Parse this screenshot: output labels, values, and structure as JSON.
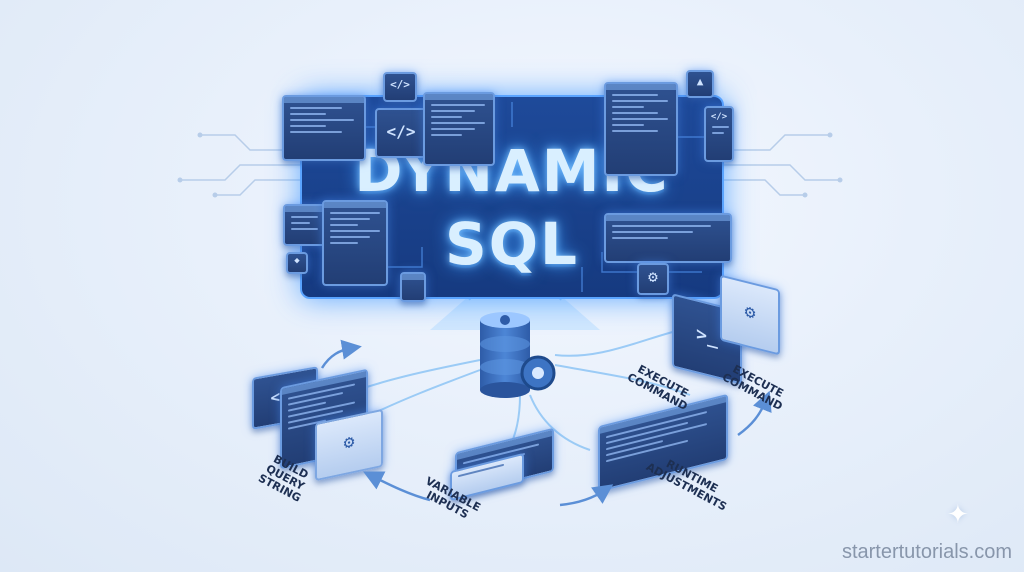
{
  "title": {
    "line1": "DYNAMIC",
    "line2": "SQL"
  },
  "steps": {
    "build": {
      "line1": "BUILD",
      "line2": "QUERY STRING"
    },
    "variable": {
      "line1": "VARIABLE",
      "line2": "INPUTS"
    },
    "runtime": {
      "line1": "RUNTIME",
      "line2": "ADJUSTMENTS"
    },
    "execute_a": {
      "line1": "EXECUTE",
      "line2": "COMMAND"
    },
    "execute_b": {
      "line1": "EXECUTE",
      "line2": "COMMAND"
    }
  },
  "icons": {
    "code": "</>",
    "prompt": ">_",
    "play": "▲",
    "gear": "⚙",
    "sparkle": "✦",
    "diamond": "◆"
  },
  "watermark": "startertutorials.com",
  "colors": {
    "accent": "#3d9bff",
    "panel": "#1e4a9a",
    "title_text": "#d9efff",
    "label_text": "#1d2f52",
    "watermark": "#8896ab"
  }
}
